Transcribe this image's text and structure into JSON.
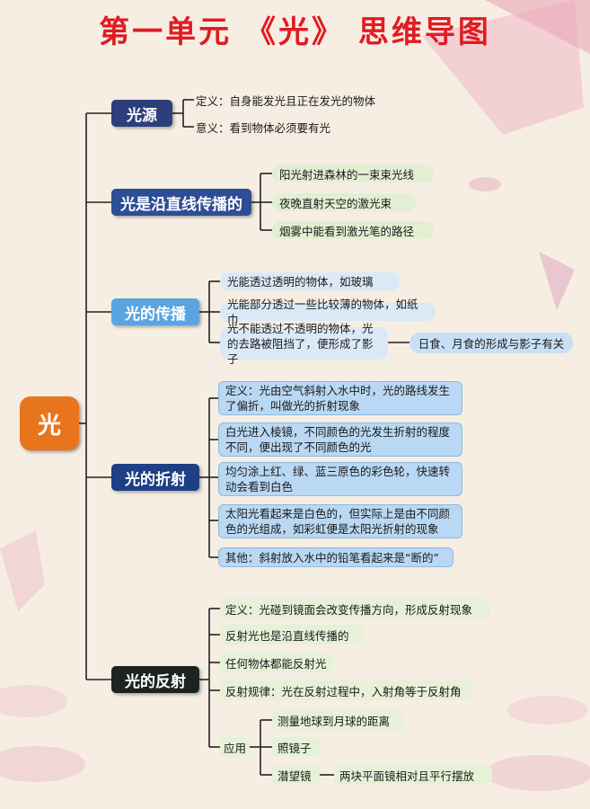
{
  "title": "第一单元 《光》 思维导图",
  "root": "光",
  "sources": {
    "label": "光源",
    "items": [
      "定义：自身能发光且正在发光的物体",
      "意义：看到物体必须要有光"
    ]
  },
  "straight": {
    "label": "光是沿直线传播的",
    "items": [
      "阳光射进森林的一束束光线",
      "夜晚直射天空的激光束",
      "烟雾中能看到激光笔的路径"
    ]
  },
  "propagation": {
    "label": "光的传播",
    "items": [
      "光能透过透明的物体，如玻璃",
      "光能部分透过一些比较薄的物体，如纸巾",
      "光不能透过不透明的物体，光的去路被阻挡了，便形成了影子"
    ],
    "extra": "日食、月食的形成与影子有关"
  },
  "refraction": {
    "label": "光的折射",
    "items": [
      "定义：光由空气斜射入水中时，光的路线发生了偏折，叫做光的折射现象",
      "白光进入棱镜，不同颜色的光发生折射的程度不同，便出现了不同颜色的光",
      "均匀涂上红、绿、蓝三原色的彩色轮，快速转动会看到白色",
      "太阳光看起来是白色的，但实际上是由不同颜色的光组成，如彩虹便是太阳光折射的现象",
      "其他：斜射放入水中的铅笔看起来是“断的”"
    ]
  },
  "reflection": {
    "label": "光的反射",
    "items": [
      "定义：光碰到镜面会改变传播方向，形成反射现象",
      "反射光也是沿直线传播的",
      "任何物体都能反射光",
      "反射规律：光在反射过程中，入射角等于反射角"
    ],
    "app": {
      "label": "应用",
      "items": [
        "测量地球到月球的距离",
        "照镜子",
        "潜望镜"
      ],
      "periscope": "两块平面镜相对且平行摆放"
    }
  }
}
